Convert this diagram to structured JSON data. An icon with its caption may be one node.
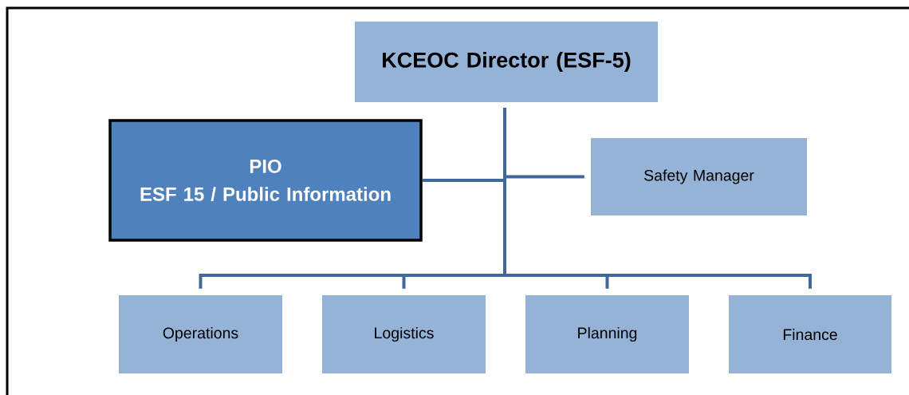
{
  "diagram": {
    "nodes": [
      {
        "text": [
          "KCEOC Director (ESF-5)"
        ]
      },
      {
        "text": [
          "PIO",
          "ESF 15 / Public Information"
        ]
      },
      {
        "text": [
          "Safety Manager"
        ]
      },
      {
        "text": [
          "Operations"
        ]
      },
      {
        "text": [
          "Logistics"
        ]
      },
      {
        "text": [
          "Planning"
        ]
      },
      {
        "text": [
          "Finance"
        ]
      }
    ],
    "edges": [
      {
        "from": 0,
        "to": 1,
        "arrow": "none"
      },
      {
        "from": 0,
        "to": 2,
        "arrow": "none"
      },
      {
        "from": 0,
        "to": 3,
        "arrow": "none"
      },
      {
        "from": 0,
        "to": 4,
        "arrow": "none"
      },
      {
        "from": 0,
        "to": 5,
        "arrow": "none"
      },
      {
        "from": 0,
        "to": 6,
        "arrow": "none"
      }
    ]
  }
}
